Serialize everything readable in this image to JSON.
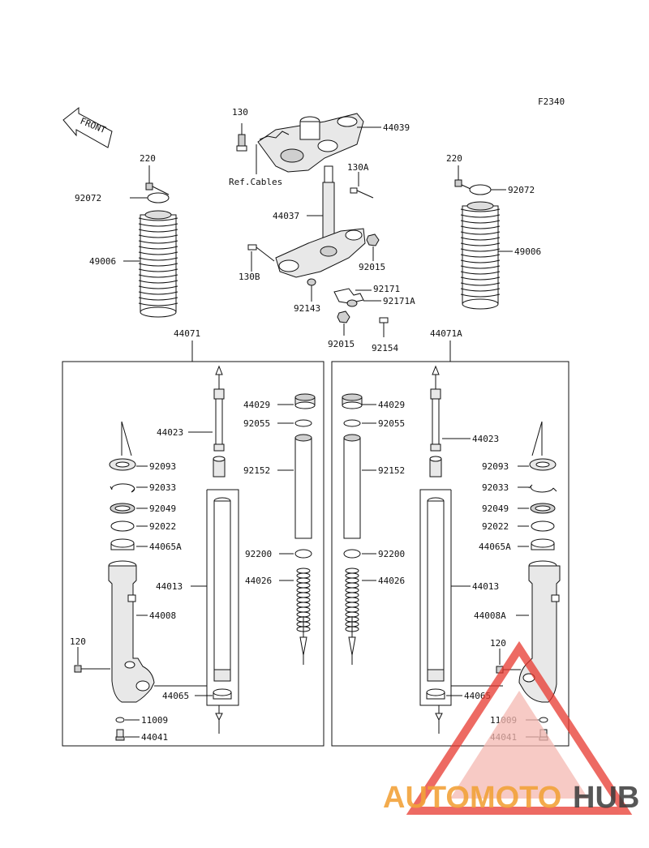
{
  "diagram_code": "F2340",
  "front_label": "FRONT",
  "ref_cables": "Ref.Cables",
  "watermark": {
    "part1": "AUTOMOTO",
    "part2": "HUB",
    "color_light": "#f2a33a",
    "color_red": "#e8392f",
    "color_dark": "#3a3a3a"
  },
  "labels": {
    "p130": "130",
    "p44039": "44039",
    "p220_l": "220",
    "p92072_l": "92072",
    "p49006_l": "49006",
    "p130a": "130A",
    "p44037": "44037",
    "p220_r": "220",
    "p92072_r": "92072",
    "p49006_r": "49006",
    "p92015_a": "92015",
    "p130b": "130B",
    "p92171": "92171",
    "p92143": "92143",
    "p92171a": "92171A",
    "p92015_b": "92015",
    "p92154": "92154",
    "p44071": "44071",
    "p44071a": "44071A",
    "l44023": "44023",
    "l44029": "44029",
    "l92055": "92055",
    "l92093": "92093",
    "l92152": "92152",
    "l92033": "92033",
    "l92049": "92049",
    "l92022": "92022",
    "l44065a": "44065A",
    "l92200": "92200",
    "l44013": "44013",
    "l44026": "44026",
    "l44008": "44008",
    "l120": "120",
    "l44065": "44065",
    "l11009": "11009",
    "l44041": "44041",
    "r44029": "44029",
    "r92055": "92055",
    "r44023": "44023",
    "r92152": "92152",
    "r92093": "92093",
    "r92033": "92033",
    "r92049": "92049",
    "r92022": "92022",
    "r44065a": "44065A",
    "r92200": "92200",
    "r44026": "44026",
    "r44013": "44013",
    "r44008a": "44008A",
    "r120": "120",
    "r44065": "44065",
    "r11009": "11009",
    "r44041": "44041"
  }
}
